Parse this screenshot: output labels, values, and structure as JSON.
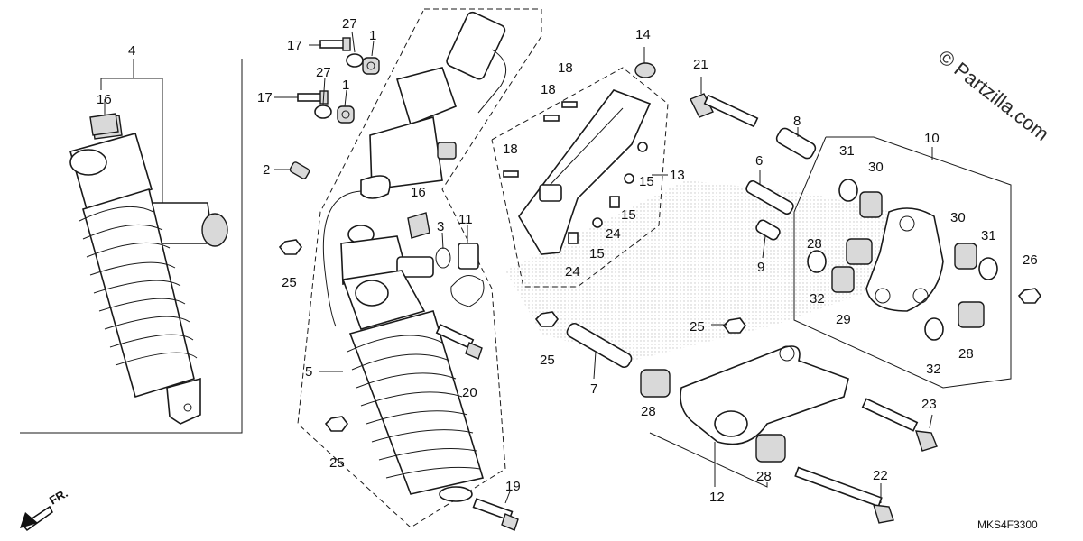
{
  "watermark": "© Partzilla.com",
  "diagram_code": "MKS4F3300",
  "front_indicator": "FR.",
  "callouts": {
    "c4": "4",
    "c16a": "16",
    "c27a": "27",
    "c1a": "1",
    "c17a": "17",
    "c27b": "27",
    "c1b": "1",
    "c17b": "17",
    "c2": "2",
    "c16b": "16",
    "c3": "3",
    "c11": "11",
    "c25a": "25",
    "c5": "5",
    "c20": "20",
    "c25b": "25",
    "c19": "19",
    "c14": "14",
    "c18a": "18",
    "c18b": "18",
    "c18c": "18",
    "c13": "13",
    "c15a": "15",
    "c15b": "15",
    "c15c": "15",
    "c24a": "24",
    "c24b": "24",
    "c21": "21",
    "c8": "8",
    "c6": "6",
    "c9": "9",
    "c10": "10",
    "c31a": "31",
    "c30a": "30",
    "c28a": "28",
    "c32a": "32",
    "c29": "29",
    "c30b": "30",
    "c31b": "31",
    "c26": "26",
    "c28b": "28",
    "c32b": "32",
    "c25c": "25",
    "c25d": "25",
    "c7": "7",
    "c28c": "28",
    "c28d": "28",
    "c12": "12",
    "c23": "23",
    "c22": "22"
  }
}
